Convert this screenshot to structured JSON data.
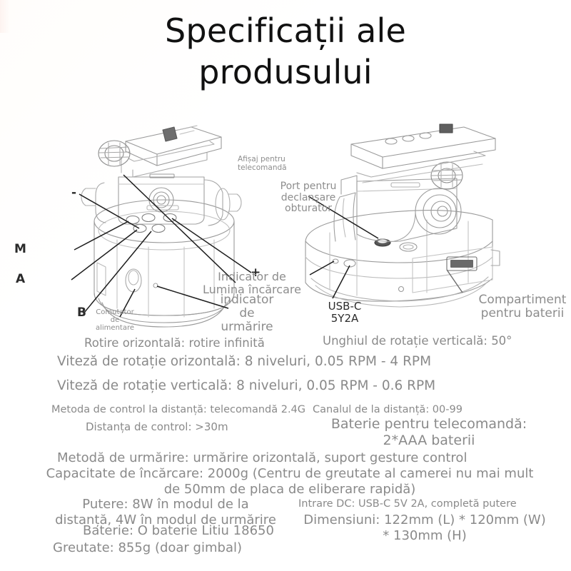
{
  "page": {
    "title_line1": "Specificații ale",
    "title_line2": "produsului",
    "background_color": "#ffffff",
    "text_color": "#8a8a8a",
    "title_color": "#111111"
  },
  "diagram_left": {
    "name": "gimbal-front-view",
    "callouts": [
      {
        "key": "minus",
        "text": "-"
      },
      {
        "key": "m_button",
        "text": "M"
      },
      {
        "key": "a_button",
        "text": "A"
      },
      {
        "key": "b_button",
        "text": "B"
      },
      {
        "key": "plus",
        "text": "+"
      },
      {
        "key": "remote_display",
        "text": "Afișaj pentru\ntelecomandă"
      },
      {
        "key": "power_switch",
        "text": "Comutator\nde\nalimentare"
      },
      {
        "key": "tracking_indicator",
        "text": "indicator\nde\nurmărire"
      },
      {
        "key": "charge_light",
        "text": "Indicator de\nLumina încărcare"
      }
    ],
    "caption": "Rotire orizontală: rotire infinită"
  },
  "diagram_right": {
    "name": "gimbal-side-view",
    "callouts": [
      {
        "key": "shutter_port",
        "text": "Port pentru\ndeclanșare\nobturator"
      },
      {
        "key": "usb_c",
        "text": "USB-C\n5Y2A"
      },
      {
        "key": "battery_compartment",
        "text": "Compartiment\npentru baterii"
      }
    ],
    "caption": "Unghiul de rotație verticală: 50°"
  },
  "specs": [
    {
      "key": "horizontal_rotation",
      "text": "Rotire orizontală: rotire infinită"
    },
    {
      "key": "vertical_rotation_angle",
      "text": "Unghiul de rotație verticală: 50°"
    },
    {
      "key": "horizontal_speed",
      "text": "Viteză de rotație orizontală: 8 niveluri, 0.05 RPM - 4 RPM"
    },
    {
      "key": "vertical_speed",
      "text": "Viteză de rotație verticală: 8 niveluri, 0.05 RPM - 0.6 RPM"
    },
    {
      "key": "remote_control_method",
      "text": "Metoda de control la distanță: telecomandă 2.4G"
    },
    {
      "key": "remote_channel",
      "text": "Canalul de la distanță: 00-99"
    },
    {
      "key": "control_distance",
      "text": "Distanța de control: >30m"
    },
    {
      "key": "remote_battery",
      "text": "Baterie pentru telecomandă:\n2*AAA baterii"
    },
    {
      "key": "tracking_method",
      "text": "Metodă de urmărire: urmărire orizontală, suport gesture control"
    },
    {
      "key": "load_capacity",
      "text": "Capacitate de încărcare: 2000g (Centru de greutate al camerei nu mai mult\nde 50mm de placa de eliberare rapidă)"
    },
    {
      "key": "power",
      "text": "Putere: 8W în modul de la\ndistanță, 4W în modul de urmărire"
    },
    {
      "key": "dc_input",
      "text": "Intrare DC: USB-C 5V 2A, completă putere"
    },
    {
      "key": "dimensions",
      "text": "Dimensiuni: 122mm (L) * 120mm (W)\n* 130mm (H)"
    },
    {
      "key": "battery",
      "text": "Baterie: O baterie Litiu 18650"
    },
    {
      "key": "weight",
      "text": "Greutate: 855g (doar gimbal)"
    }
  ]
}
